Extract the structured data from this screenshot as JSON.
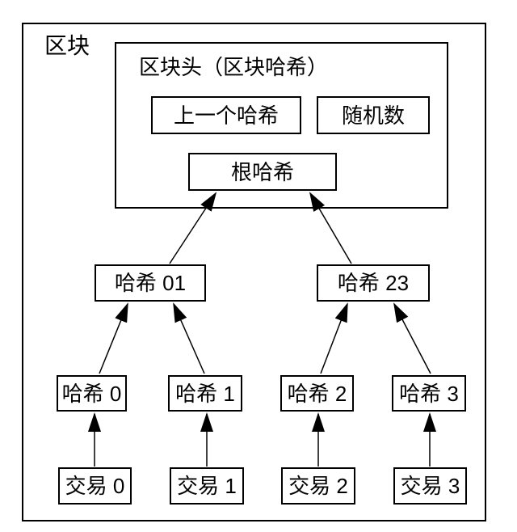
{
  "diagram": {
    "title": "区块",
    "header": {
      "label": "区块头（区块哈希）",
      "prev_hash": "上一个哈希",
      "nonce": "随机数",
      "root_hash": "根哈希"
    },
    "merkle": {
      "hash01": "哈希 01",
      "hash23": "哈希 23",
      "hash0": "哈希 0",
      "hash1": "哈希 1",
      "hash2": "哈希 2",
      "hash3": "哈希 3",
      "tx0": "交易 0",
      "tx1": "交易 1",
      "tx2": "交易 2",
      "tx3": "交易 3"
    },
    "edges": [
      {
        "from": "hash01",
        "to": "roothash"
      },
      {
        "from": "hash23",
        "to": "roothash"
      },
      {
        "from": "hash0",
        "to": "hash01"
      },
      {
        "from": "hash1",
        "to": "hash01"
      },
      {
        "from": "hash2",
        "to": "hash23"
      },
      {
        "from": "hash3",
        "to": "hash23"
      },
      {
        "from": "tx0",
        "to": "hash0"
      },
      {
        "from": "tx1",
        "to": "hash1"
      },
      {
        "from": "tx2",
        "to": "hash2"
      },
      {
        "from": "tx3",
        "to": "hash3"
      }
    ],
    "colors": {
      "border": "#000000",
      "background": "#ffffff",
      "text": "#000000"
    }
  }
}
